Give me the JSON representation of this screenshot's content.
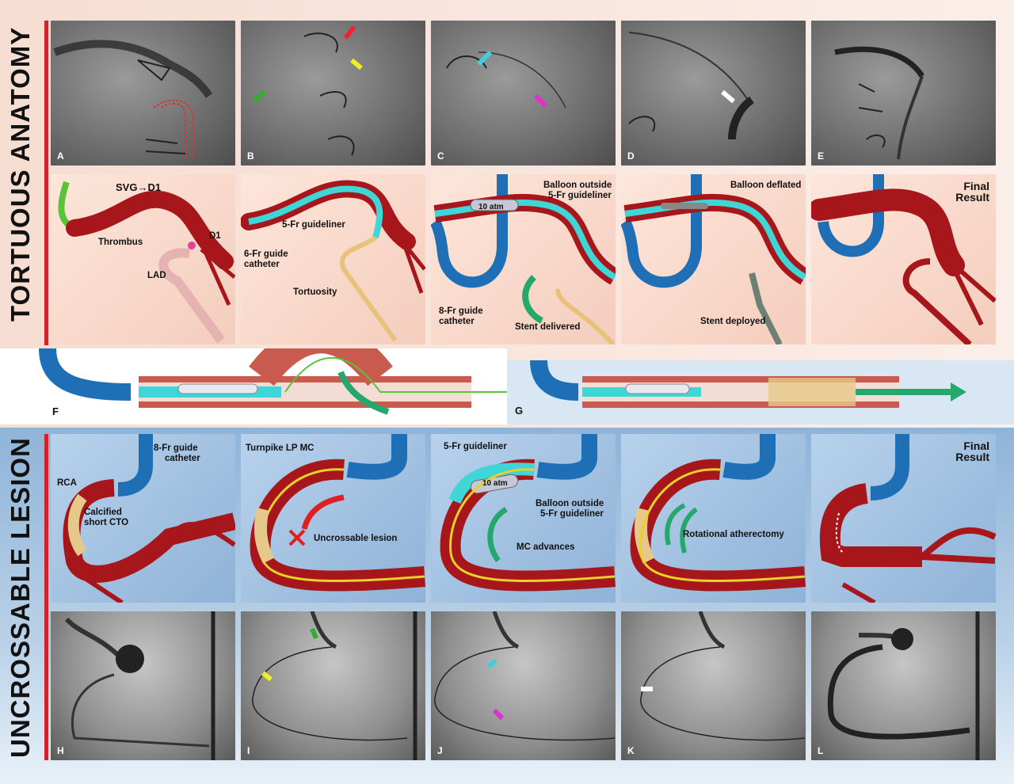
{
  "sections": {
    "top_title": "TORTUOUS ANATOMY",
    "bottom_title": "UNCROSSABLE LESION"
  },
  "labels": {
    "A": "A",
    "B": "B",
    "C": "C",
    "D": "D",
    "E": "E",
    "F": "F",
    "G": "G",
    "H": "H",
    "I": "I",
    "J": "J",
    "K": "K",
    "L": "L"
  },
  "top_illustrations": {
    "p1": {
      "svg_d1": "SVG→D1",
      "thrombus": "Thrombus",
      "d1": "D1",
      "lad": "LAD"
    },
    "p2": {
      "guideliner": "5-Fr guideliner",
      "guide_catheter_l1": "6-Fr guide",
      "guide_catheter_l2": "catheter",
      "tortuosity": "Tortuosity"
    },
    "p3": {
      "balloon_l1": "Balloon outside",
      "balloon_l2": "5-Fr guideliner",
      "atm": "10 atm",
      "guide_l1": "8-Fr guide",
      "guide_l2": "catheter",
      "stent": "Stent delivered"
    },
    "p4": {
      "balloon_deflated": "Balloon deflated",
      "stent_deployed": "Stent deployed"
    },
    "p5": {
      "final_l1": "Final",
      "final_l2": "Result"
    }
  },
  "bottom_illustrations": {
    "p1": {
      "guide_l1": "8-Fr guide",
      "guide_l2": "catheter",
      "rca": "RCA",
      "cto_l1": "Calcified",
      "cto_l2": "short CTO"
    },
    "p2": {
      "turnpike": "Turnpike LP MC",
      "uncrossable": "Uncrossable lesion"
    },
    "p3": {
      "guideliner": "5-Fr guideliner",
      "atm": "10 atm",
      "balloon_l1": "Balloon outside",
      "balloon_l2": "5-Fr guideliner",
      "mc": "MC advances"
    },
    "p4": {
      "rota": "Rotational atherectomy"
    },
    "p5": {
      "final_l1": "Final",
      "final_l2": "Result"
    }
  },
  "colors": {
    "vessel": "#a6161b",
    "guide_blue": "#1f6fb6",
    "guideliner_cyan": "#3ed6d6",
    "wire_green": "#58c43a",
    "arrow_green": "#25a86b",
    "red_x": "#e02020",
    "lad_pink": "#e6b3b3"
  }
}
